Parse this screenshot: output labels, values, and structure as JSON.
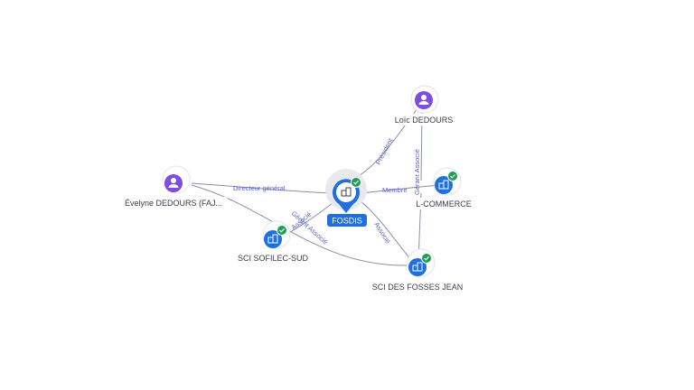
{
  "colors": {
    "person": "#7c4ddf",
    "company": "#1e6fe0",
    "check": "#1f9d55",
    "edge": "#8a8fa8",
    "edge_label": "#5b5fcf"
  },
  "center": {
    "label": "FOSDIS",
    "icon": "building-icon"
  },
  "nodes": {
    "loic": {
      "label": "Loïc DEDOURS",
      "icon": "person-icon"
    },
    "evelyne": {
      "label": "Évelyne DEDOURS (FAJ...",
      "icon": "person-icon"
    },
    "lcommerce": {
      "label": "L-COMMERCE",
      "icon": "building-icon"
    },
    "sofilec": {
      "label": "SCI SOFILEC-SUD",
      "icon": "building-icon"
    },
    "fosses": {
      "label": "SCI DES FOSSES JEAN",
      "icon": "building-icon"
    }
  },
  "edges": {
    "president": "Président",
    "directeur": "Directeur général",
    "membre": "Membre",
    "associe_fosses": "Associé",
    "gerant_associe_sofilec": "Gérant Associé",
    "gerant_associe_lcommerce": "Gérant Associé",
    "associe_sofilec": "Associé"
  }
}
